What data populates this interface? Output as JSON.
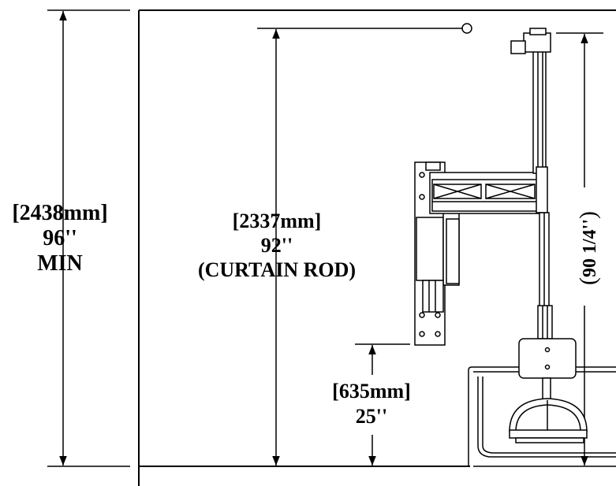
{
  "dimensions": {
    "overall_height": {
      "metric": "[2438mm]",
      "imperial": "96''",
      "note": "MIN"
    },
    "curtain_rod": {
      "metric": "[2337mm]",
      "imperial": "92''",
      "note": "(CURTAIN ROD)"
    },
    "seat_height": {
      "metric": "[635mm]",
      "imperial": "25''"
    },
    "lift_height": {
      "value": "90 1/4''",
      "open_paren": "(",
      "close_paren": ")"
    }
  },
  "colors": {
    "line": "#000000",
    "background": "#ffffff"
  }
}
